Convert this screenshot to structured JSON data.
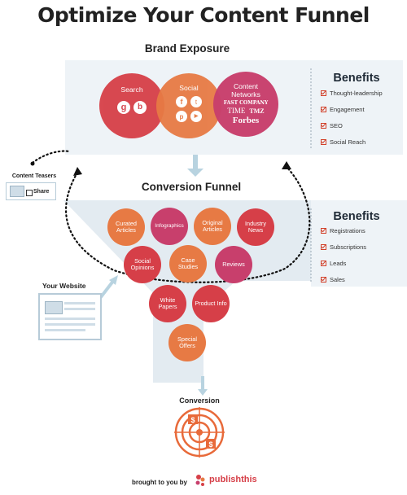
{
  "title": "Optimize Your Content Funnel",
  "brand_exposure": {
    "heading": "Brand Exposure",
    "circles": [
      {
        "label": "Search",
        "icons": [
          "google-icon",
          "bing-icon"
        ]
      },
      {
        "label": "Social",
        "icons": [
          "facebook-icon",
          "twitter-icon",
          "pinterest-icon",
          "youtube-icon"
        ]
      },
      {
        "label": "Content Networks",
        "logos": [
          "FAST COMPANY",
          "TIME",
          "TMZ",
          "Forbes"
        ]
      }
    ],
    "benefits_heading": "Benefits",
    "benefits": [
      "Thought-leadership",
      "Engagement",
      "SEO",
      "Social Reach"
    ]
  },
  "conversion_funnel": {
    "heading": "Conversion Funnel",
    "circles": [
      "Curated Articles",
      "Infographics",
      "Original Articles",
      "Industry News",
      "Social Opinions",
      "Case Studies",
      "Reviews",
      "White Papers",
      "Product Info",
      "Special Offers"
    ],
    "benefits_heading": "Benefits",
    "benefits": [
      "Registrations",
      "Subscriptions",
      "Leads",
      "Sales"
    ]
  },
  "content_teasers": {
    "label": "Content Teasers",
    "share": "Share"
  },
  "your_website": {
    "label": "Your Website"
  },
  "conversion": {
    "label": "Conversion",
    "icon": "target-icon"
  },
  "footer": {
    "prefix": "brought to you by",
    "brand": "publishthis"
  },
  "colors": {
    "orange": "#e77a44",
    "red": "#d63f48",
    "pink": "#c83f6c",
    "panel": "#eef3f7",
    "funnel": "#e3ebf1"
  }
}
